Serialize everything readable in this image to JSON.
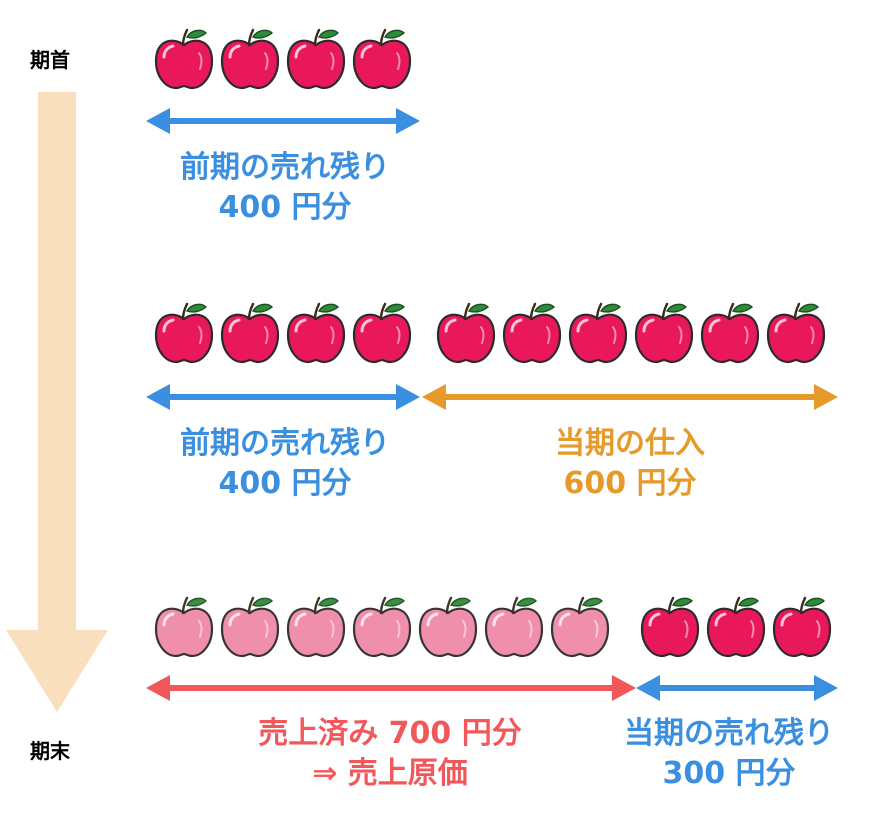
{
  "colors": {
    "blue": "#3a8fe0",
    "orange": "#e59a2a",
    "red": "#f2575a",
    "apple": "#e8185b",
    "apple_faded": "#f08aa7",
    "timeline": "#f9dfbe"
  },
  "timeline": {
    "start_label": "期首",
    "end_label": "期末"
  },
  "row1": {
    "apples": {
      "fresh": 4,
      "faded": 0
    },
    "prev_stock": {
      "line1": "前期の売れ残り",
      "line2": "400 円分"
    }
  },
  "row2": {
    "apples": {
      "fresh": 10,
      "faded": 0
    },
    "prev_stock": {
      "line1": "前期の売れ残り",
      "line2": "400 円分"
    },
    "purchases": {
      "line1": "当期の仕入",
      "line2": "600 円分"
    }
  },
  "row3": {
    "apples": {
      "fresh": 3,
      "faded": 7
    },
    "sold": {
      "line1": "売上済み 700 円分",
      "line2": "⇒ 売上原価"
    },
    "end_stock": {
      "line1": "当期の売れ残り",
      "line2": "300 円分"
    }
  }
}
